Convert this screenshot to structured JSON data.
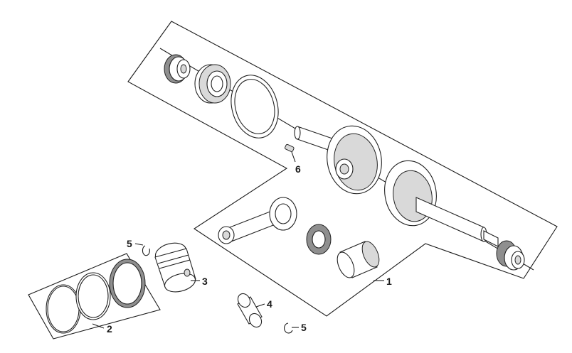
{
  "callouts": {
    "c1": "1",
    "c2": "2",
    "c3": "3",
    "c4": "4",
    "c5a": "5",
    "c5b": "5",
    "c6": "6"
  }
}
